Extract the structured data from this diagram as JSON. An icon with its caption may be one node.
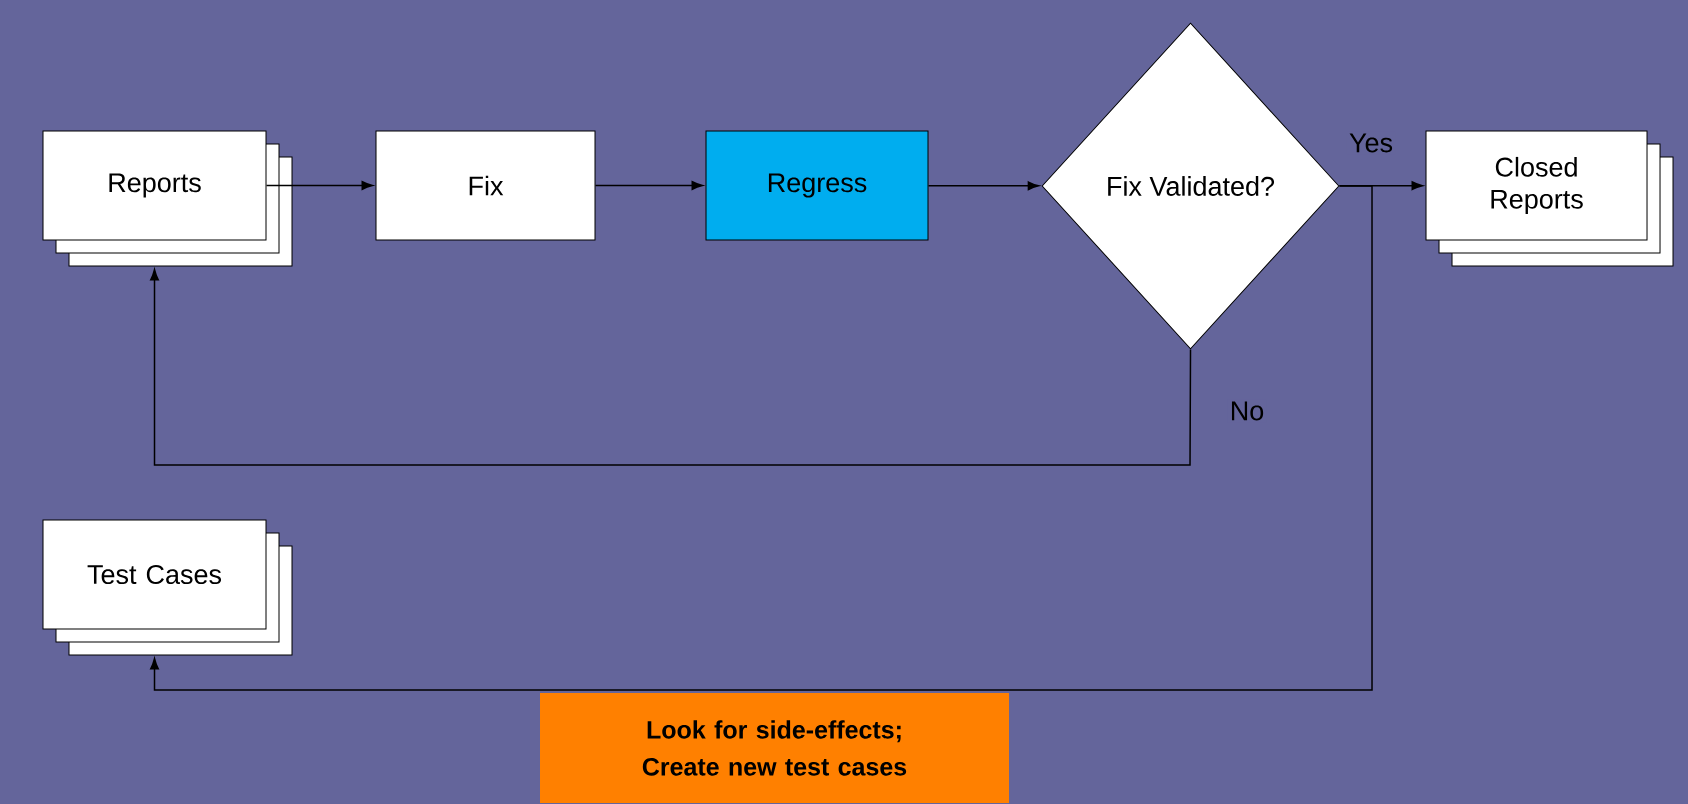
{
  "diagram": {
    "nodes": [
      {
        "text": [
          "Reports"
        ]
      },
      {
        "text": [
          "Fix"
        ]
      },
      {
        "text": [
          "Regress"
        ]
      },
      {
        "text": [
          "Fix Validated?"
        ]
      },
      {
        "text": [
          "Closed Reports"
        ]
      },
      {
        "text": [
          "Test Cases"
        ]
      }
    ],
    "edges": [
      {
        "from": 0,
        "to": 1,
        "arrow": "to"
      },
      {
        "from": 1,
        "to": 2,
        "arrow": "to"
      },
      {
        "from": 2,
        "to": 3,
        "arrow": "to"
      },
      {
        "from": 3,
        "to": 4,
        "arrow": "to",
        "label": "Yes"
      },
      {
        "from": 3,
        "to": 0,
        "arrow": "to",
        "label": "No"
      },
      {
        "from": 3,
        "to": 5,
        "arrow": "to",
        "label": "Look for side-effects; Create new test cases"
      }
    ]
  }
}
